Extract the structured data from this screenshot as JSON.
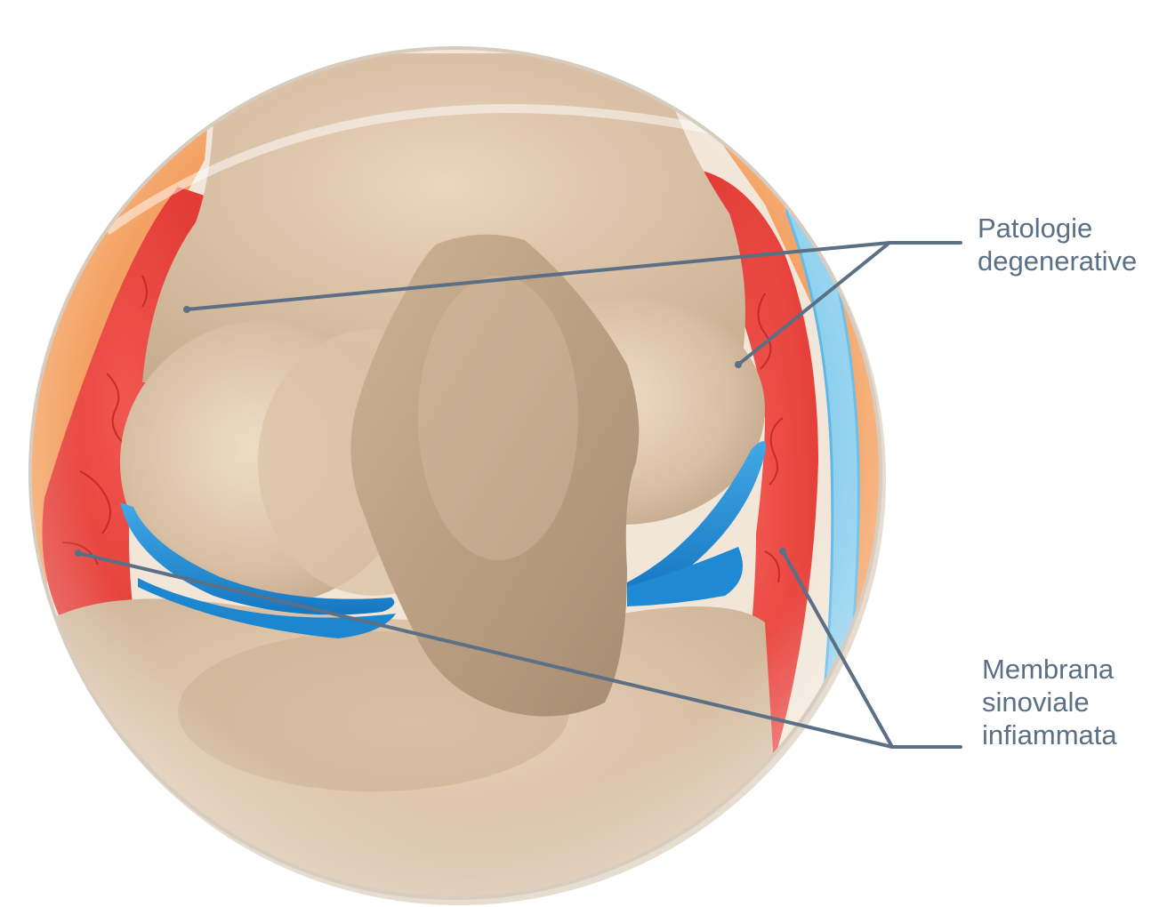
{
  "labels": {
    "patologie": {
      "line1": "Patologie",
      "line2": "degenerative"
    },
    "membrana": {
      "line1": "Membrana",
      "line2": "sinoviale",
      "line3": "infiammata"
    }
  },
  "colors": {
    "leader": "#5b6f85",
    "label_text": "#5b6f85",
    "bone": "#d9c0a4",
    "bone_shadow": "#b69b80",
    "synovium": "#e8433e",
    "cartilage": "#1e8fd6",
    "ligament": "#7cc6ec",
    "fat": "#f4a263"
  }
}
